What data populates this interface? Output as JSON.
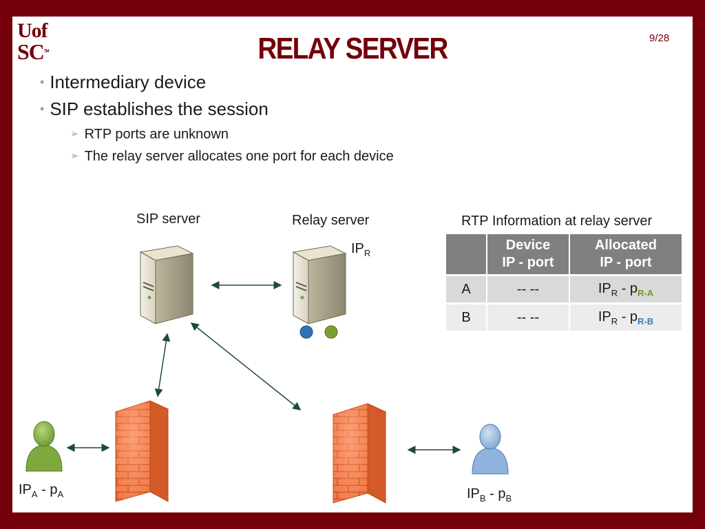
{
  "logo": {
    "line1": "Uof",
    "line2": "SC",
    "tm": "TM"
  },
  "title": "RELAY SERVER",
  "page_number": "9/28",
  "bullets": [
    {
      "text": "Intermediary device",
      "level": 1
    },
    {
      "text": "SIP establishes the session",
      "level": 1
    },
    {
      "text": "RTP ports are unknown",
      "level": 2
    },
    {
      "text": "The relay server allocates one port for each device",
      "level": 2
    }
  ],
  "diagram": {
    "sip_server_label": "SIP server",
    "relay_server_label": "Relay server",
    "relay_ip": {
      "main": "IP",
      "sub": "R"
    },
    "client_a": {
      "ip": "IP",
      "ip_sub": "A",
      "sep": " - p",
      "port_sub": "A"
    },
    "client_b": {
      "ip": "IP",
      "ip_sub": "B",
      "sep": " - p",
      "port_sub": "B"
    }
  },
  "table": {
    "caption": "RTP Information at relay server",
    "headers": [
      "",
      "Device IP - port",
      "Allocated IP - port"
    ],
    "header_lines": [
      [
        ""
      ],
      [
        "Device",
        "IP - port"
      ],
      [
        "Allocated",
        "IP - port"
      ]
    ],
    "rows": [
      {
        "device": "A",
        "device_ip_port": "-- --",
        "alloc_ip": "IP",
        "alloc_ip_sub": "R",
        "alloc_sep": " - p",
        "alloc_port_sub": "R-A"
      },
      {
        "device": "B",
        "device_ip_port": "-- --",
        "alloc_ip": "IP",
        "alloc_ip_sub": "R",
        "alloc_sep": " - p",
        "alloc_port_sub": "R-B"
      }
    ]
  },
  "colors": {
    "brand": "#73000a",
    "client_a_green": "#7fa83e",
    "client_b_blue": "#8fb3dc",
    "port_dot_blue": "#2e75b6",
    "port_dot_green": "#7aa12e",
    "label_green": "#6b9a2a",
    "label_blue": "#3b78c3",
    "arrow": "#1d4a3e",
    "firewall": "#f07040"
  }
}
